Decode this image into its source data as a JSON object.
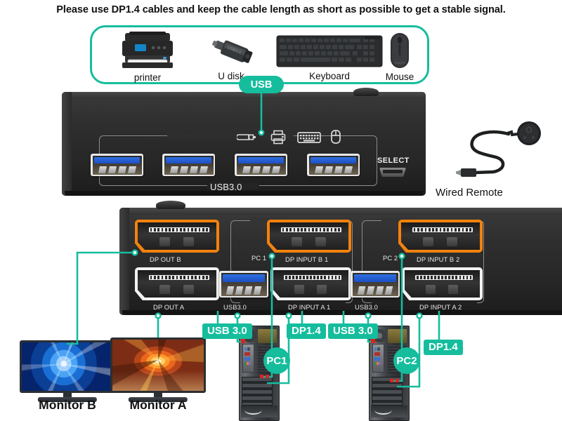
{
  "headline": "Please use DP1.4 cables and keep the cable length as short as possible to get a stable signal.",
  "accent_color": "#15bd9d",
  "port_highlight_color": "#f2820d",
  "usb_group": {
    "pill_label": "USB",
    "peripherals": [
      {
        "name": "printer-icon",
        "label": "printer"
      },
      {
        "name": "udisk-icon",
        "label": "U disk"
      },
      {
        "name": "keyboard-icon",
        "label": "Keyboard"
      },
      {
        "name": "mouse-icon",
        "label": "Mouse"
      }
    ]
  },
  "front_device": {
    "port_group_label": "USB3.0",
    "select_label": "SELECT",
    "device_icons": [
      "udisk-glyph",
      "printer-glyph",
      "keyboard-glyph",
      "mouse-glyph"
    ],
    "usb_ports": 4
  },
  "rear_device": {
    "outputs": [
      {
        "label": "DP  OUT B",
        "highlight": true
      },
      {
        "label": "DP OUT A",
        "highlight": false
      }
    ],
    "groups": [
      {
        "group_label": "PC 1",
        "usb_label": "USB3.0",
        "dp_b_label": "DP INPUT B 1",
        "dp_a_label": "DP INPUT A 1"
      },
      {
        "group_label": "PC 2",
        "usb_label": "USB3.0",
        "dp_b_label": "DP INPUT B 2",
        "dp_a_label": "DP INPUT A 2"
      }
    ]
  },
  "remote": {
    "label": "Wired Remote"
  },
  "monitors": [
    {
      "label": "Monitor B"
    },
    {
      "label": "Monitor A"
    }
  ],
  "computers": [
    {
      "badge": "PC1",
      "usb_tag": "USB 3.0",
      "dp_tag": "DP1.4"
    },
    {
      "badge": "PC2",
      "usb_tag": "USB 3.0",
      "dp_tag": "DP1.4"
    }
  ]
}
